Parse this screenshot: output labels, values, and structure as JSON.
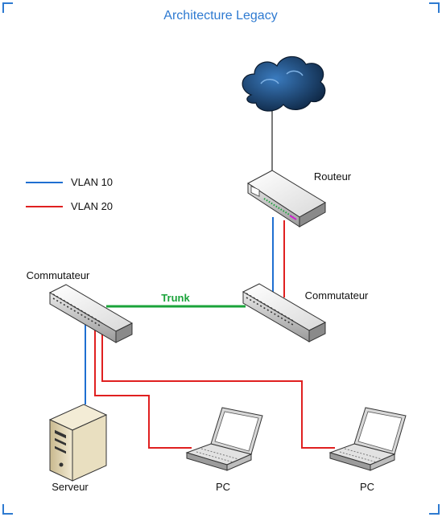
{
  "title": "Architecture Legacy",
  "legend": [
    {
      "label": "VLAN 10",
      "color": "#1f6fd1"
    },
    {
      "label": "VLAN 20",
      "color": "#e02020"
    }
  ],
  "nodes": {
    "router": "Routeur",
    "switch_left": "Commutateur",
    "switch_right": "Commutateur",
    "server": "Serveur",
    "pc_left": "PC",
    "pc_right": "PC"
  },
  "trunk_label": "Trunk",
  "colors": {
    "vlan10": "#1f6fd1",
    "vlan20": "#e02020",
    "trunk": "#1aa33a",
    "title": "#2e7ad1",
    "frame": "#2e7ad1"
  },
  "icons": [
    "cloud-icon",
    "router-icon",
    "switch-icon",
    "server-icon",
    "laptop-icon"
  ]
}
